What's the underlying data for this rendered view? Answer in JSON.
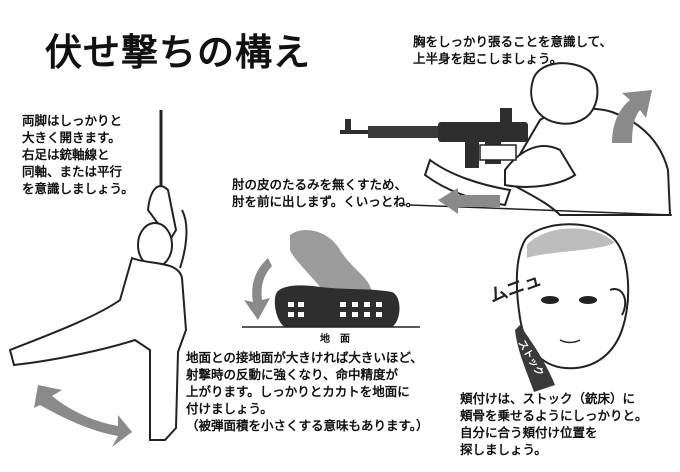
{
  "title": "伏せ撃ちの構え",
  "notes": {
    "chest": "胸をしっかり張ることを意識して、\n上半身を起こしましょう。",
    "legs": "両脚はしっかりと\n大きく開きます。\n右足は銃軸線と\n同軸、または平行\nを意識しましょう。",
    "elbow": "肘の皮のたるみを無くすため、\n肘を前に出しまず。くいっとね。",
    "ground": "地面との接地面が大きければ大きいほど、\n射撃時の反動に強くなり、命中精度が\n上がります。しっかりとカカトを地面に\n付けましょう。\n（被弾面積を小さくする意味もあります。）",
    "cheek": "頬付けは、ストック（銃床）に\n頬骨を乗せるようにしっかりと。\n自分に合う頬付け位置を\n探しましょう。"
  },
  "labels": {
    "ground_label": "地　面",
    "sfx": "ムニュ",
    "stock_label": "ストック"
  },
  "colors": {
    "arrow_gray": "#8a8a8a",
    "shadow_gray": "#9c9c9c",
    "gun_dark": "#2e2e2e",
    "stock_dark": "#3a3a3a"
  },
  "icons": {
    "curved_up_arrow": "curved-up-arrow-icon",
    "left_arrow": "left-arrow-icon",
    "down_curved_arrow": "down-curved-arrow-icon",
    "double_arrow": "double-arrow-icon"
  }
}
